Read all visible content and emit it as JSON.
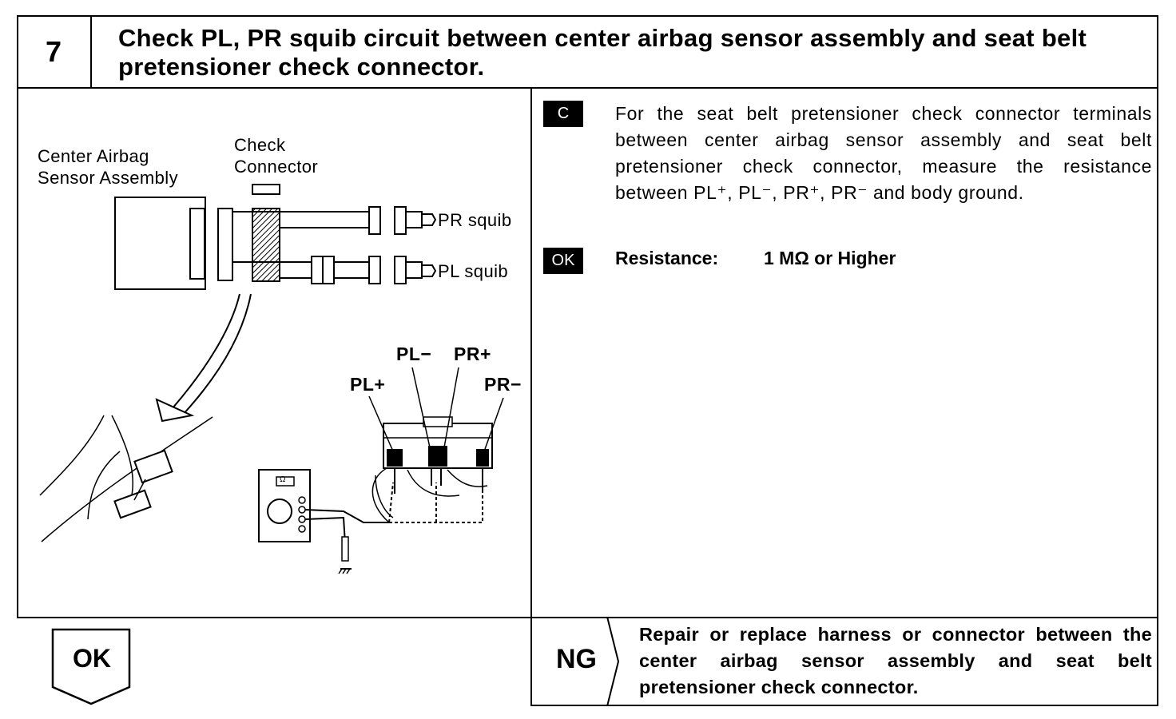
{
  "step": {
    "number": "7",
    "title": "Check PL, PR squib circuit between center airbag sensor assembly and seat belt pretensioner check connector."
  },
  "figure": {
    "center_airbag_line1": "Center Airbag",
    "center_airbag_line2": "Sensor Assembly",
    "check_line1": "Check",
    "check_line2": "Connector",
    "pr_squib": "PR squib",
    "pl_squib": "PL squib",
    "pl_minus": "PL−",
    "pr_plus": "PR+",
    "pl_plus": "PL+",
    "pr_minus": "PR−",
    "ohm_symbol": "Ω"
  },
  "check": {
    "tag": "C",
    "instruction": "For the seat belt pretensioner check connector terminals between center airbag sensor assembly and seat belt pretensioner check connector, measure the resistance between PL⁺, PL⁻, PR⁺, PR⁻ and body ground."
  },
  "spec": {
    "tag": "OK",
    "label": "Resistance:",
    "value": "1 MΩ or Higher"
  },
  "result_ok": {
    "label": "OK"
  },
  "result_ng": {
    "label": "NG",
    "text": "Repair or replace harness or connector between the center airbag sensor assembly and seat belt pretensioner check connector."
  }
}
